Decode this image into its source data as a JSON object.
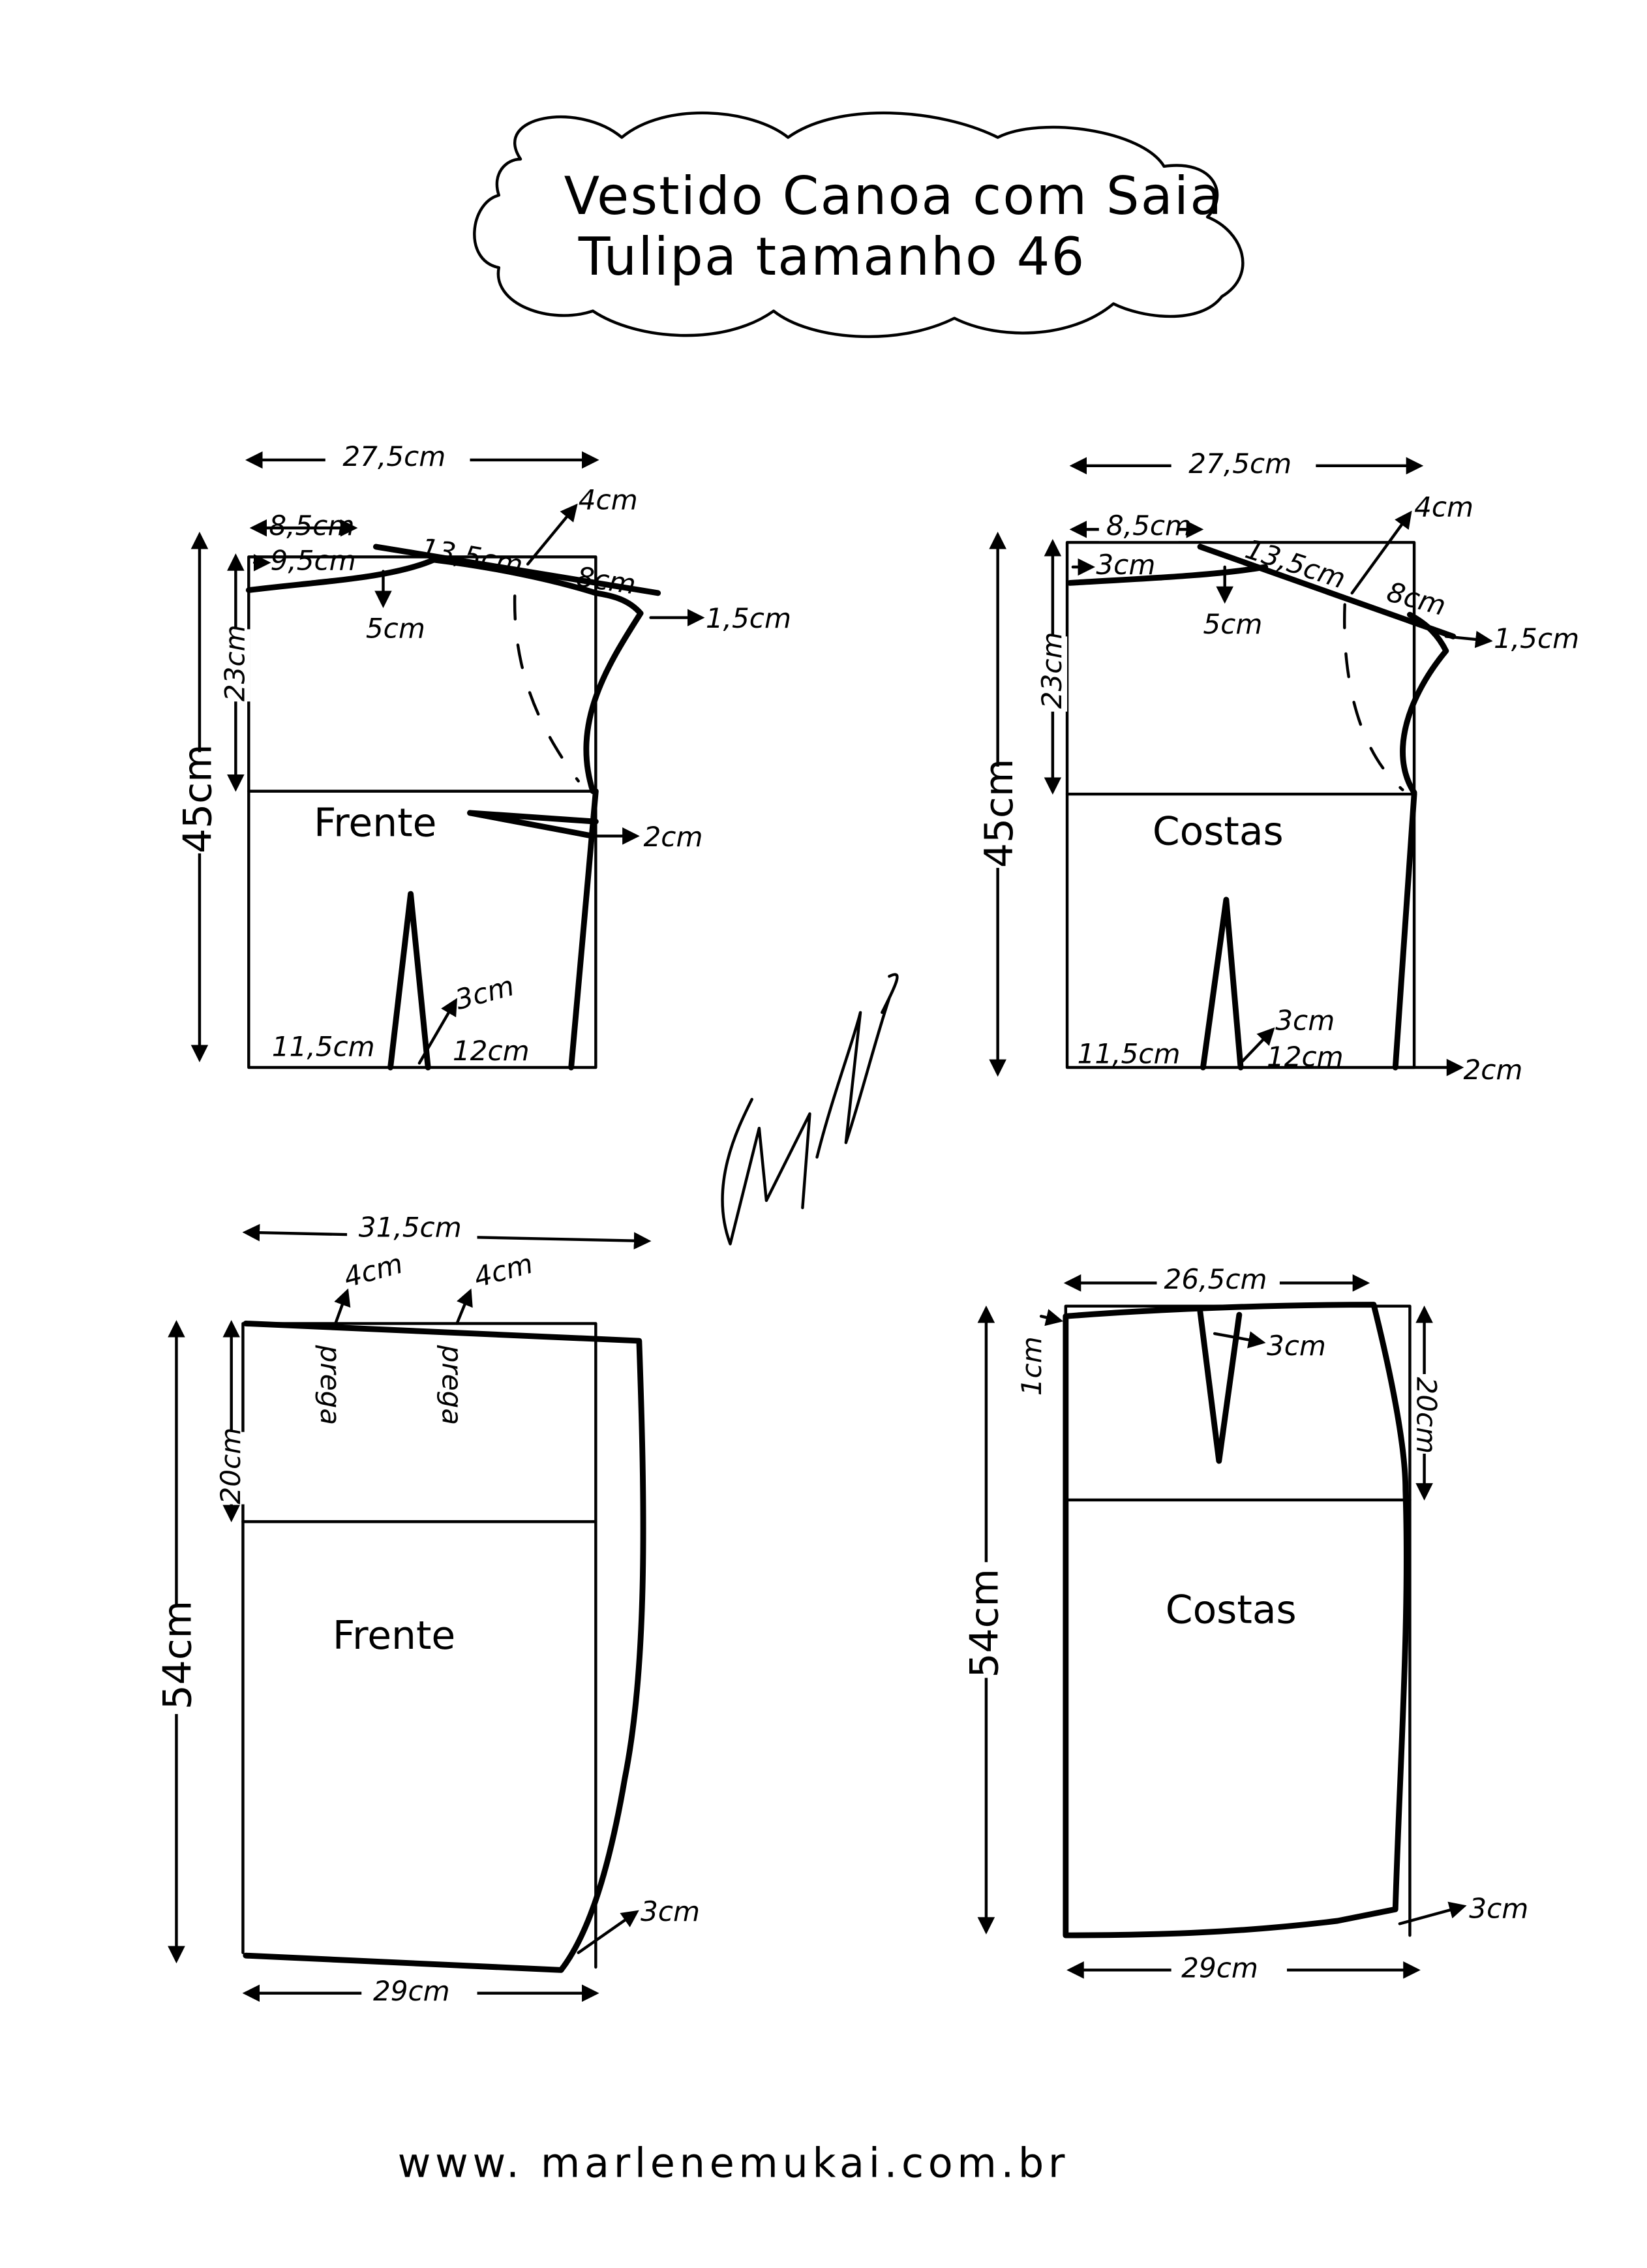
{
  "title": {
    "line1": "Vestido Canoa com Saia",
    "line2": "Tulipa tamanho 46"
  },
  "bodice_front": {
    "width": "27,5cm",
    "neck_top": "8,5cm",
    "neck_side": "9,5cm",
    "shoulder": "13,5cm",
    "shoulder_drop": "4cm",
    "shoulder_ext": "8cm",
    "armhole_ext": "1,5cm",
    "neck_depth": "5cm",
    "length": "45cm",
    "armhole_depth": "23cm",
    "label": "Frente",
    "side_dart": "2cm",
    "dart_width": "3cm",
    "waist_left": "11,5cm",
    "waist_right": "12cm"
  },
  "bodice_back": {
    "width": "27,5cm",
    "neck_top": "8,5cm",
    "neck_side": "3cm",
    "shoulder": "13,5cm",
    "shoulder_drop": "4cm",
    "shoulder_ext": "8cm",
    "armhole_ext": "1,5cm",
    "neck_depth": "5cm",
    "length": "45cm",
    "armhole_depth": "23cm",
    "label": "Costas",
    "dart_width": "3cm",
    "waist_left": "11,5cm",
    "waist_right": "12cm",
    "side_in": "2cm"
  },
  "skirt_front": {
    "width": "31,5cm",
    "pleat1": "4cm",
    "pleat2": "4cm",
    "pleat_label": "prega",
    "hip_depth": "20cm",
    "length": "54cm",
    "label": "Frente",
    "hem_in": "3cm",
    "hem": "29cm"
  },
  "skirt_back": {
    "width": "26,5cm",
    "waist_raise": "1cm",
    "dart": "3cm",
    "hip_depth": "20cm",
    "length": "54cm",
    "label": "Costas",
    "hem_in": "3cm",
    "hem": "29cm"
  },
  "signature": "Marlene Mukai",
  "footer": {
    "url": "www. marlenemukai.com.br"
  }
}
